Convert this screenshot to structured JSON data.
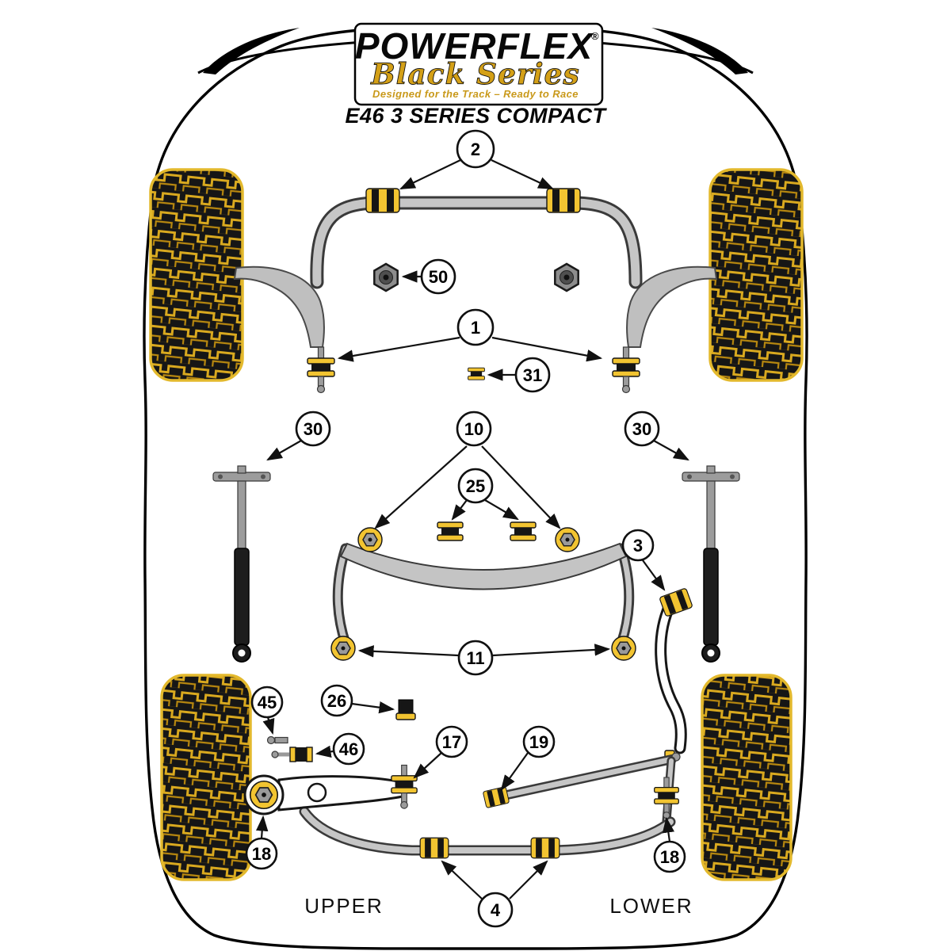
{
  "header": {
    "brand": "POWERFLEX",
    "registered": "®",
    "series": "Black Series",
    "tagline": "Designed for the Track – Ready to Race",
    "model": "E46 3 SERIES COMPACT"
  },
  "footer": {
    "upper": "UPPER",
    "lower": "LOWER"
  },
  "callouts": {
    "c2": "2",
    "c50": "50",
    "c1": "1",
    "c31": "31",
    "c30_left": "30",
    "c10": "10",
    "c30_right": "30",
    "c25": "25",
    "c3": "3",
    "c11": "11",
    "c45": "45",
    "c26": "26",
    "c46": "46",
    "c17": "17",
    "c19": "19",
    "c18_left": "18",
    "c18_right": "18",
    "c4": "4"
  },
  "colors": {
    "brand_gold": "#D4A017",
    "bushing_yellow": "#F2C431",
    "part_gray": "#C0C0C0",
    "tire_gold": "#E3B92D",
    "ink": "#000000"
  }
}
